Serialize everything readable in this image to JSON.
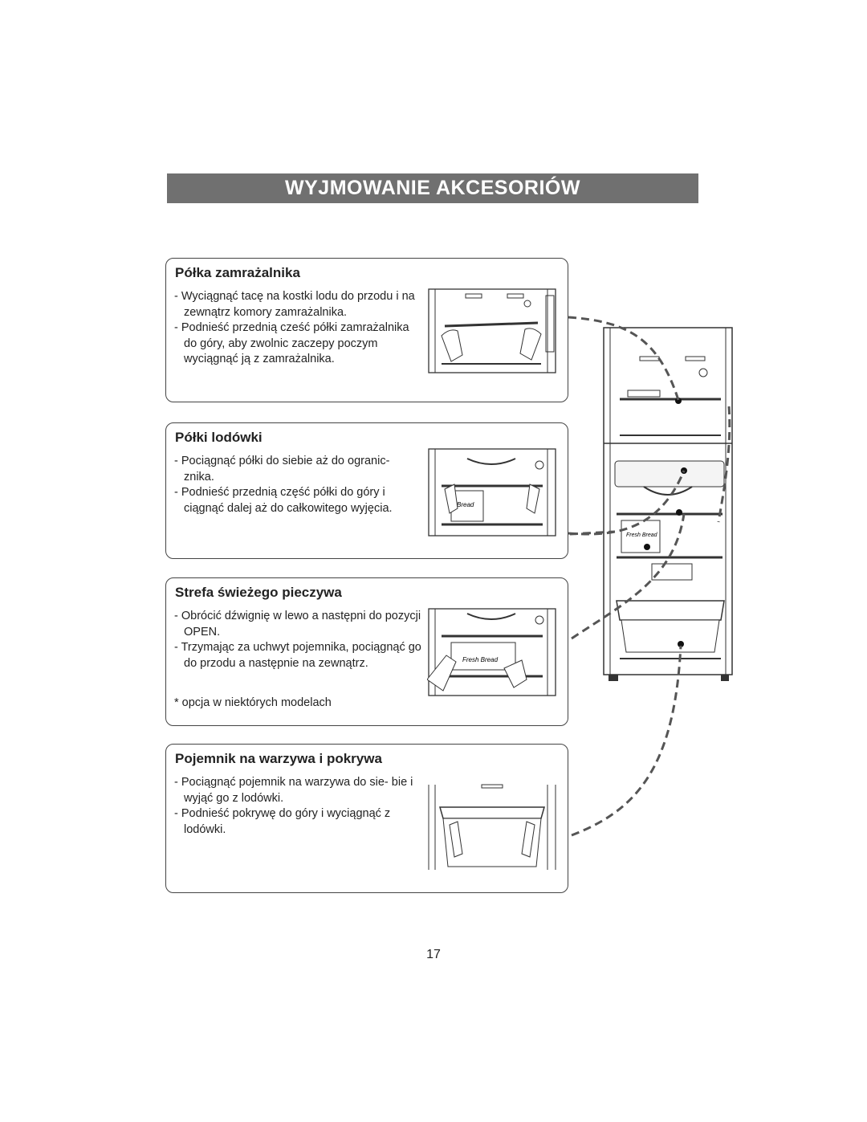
{
  "header": {
    "title": "WYJMOWANIE AKCESORIÓW"
  },
  "sections": [
    {
      "title": "Półka zamrażalnika",
      "items": [
        "- Wyciągnąć tacę na kostki lodu do przodu i na zewnątrz komory zamrażalnika.",
        "- Podnieść przednią cześć półki zamrażalnika do góry, aby zwolnic  zaczepy poczym wyciągnąć ją z zamrażalnika."
      ]
    },
    {
      "title": "Półki lodówki",
      "items": [
        "- Pociągnąć półki do siebie aż do ogranic- znika.",
        "- Podnieść przednią część półki do góry i ciągnąć dalej aż do całkowitego wyjęcia."
      ],
      "illustration_label": "Bread"
    },
    {
      "title": "Strefa świeżego pieczywa",
      "items": [
        "- Obrócić dźwignię w lewo a następni do pozycji OPEN.",
        "- Trzymając za uchwyt pojemnika, pociągnąć go do przodu a następnie na zewnątrz."
      ],
      "note": "* opcja w niektórych modelach",
      "illustration_label": "Fresh Bread"
    },
    {
      "title": "Pojemnik na warzywa i pokrywa",
      "items": [
        "- Pociągnąć pojemnik na warzywa do sie- bie i wyjąć go z lodówki.",
        "- Podnieść pokrywę do góry i wyciągnąć z lodówki."
      ]
    }
  ],
  "fridge_label": "Fresh Bread",
  "page_number": "17",
  "colors": {
    "header_bg": "#707070",
    "header_text": "#ffffff",
    "line": "#444444"
  }
}
